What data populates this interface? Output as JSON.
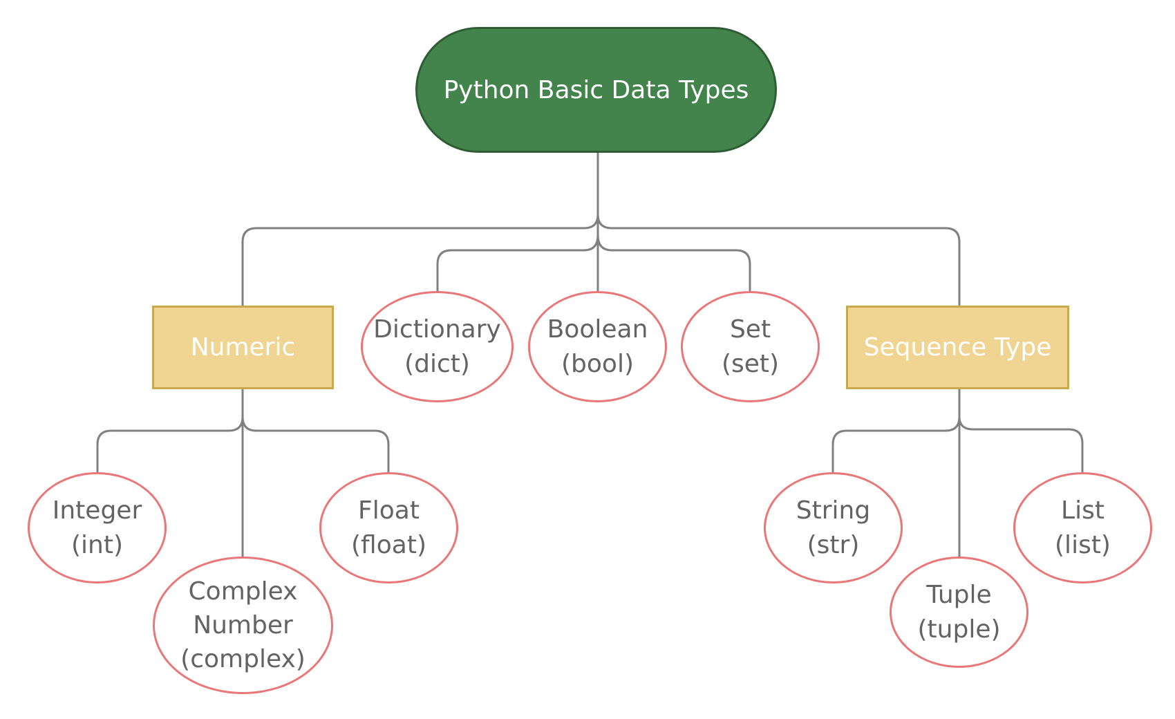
{
  "diagram": {
    "root": {
      "label": "Python Basic Data Types"
    },
    "numeric": {
      "label": "Numeric",
      "children": {
        "integer": {
          "name": "Integer",
          "type": "(int)"
        },
        "complex": {
          "line1": "Complex",
          "line2": "Number",
          "type": "(complex)"
        },
        "float": {
          "name": "Float",
          "type": "(float)"
        }
      }
    },
    "dictionary": {
      "name": "Dictionary",
      "type": "(dict)"
    },
    "boolean": {
      "name": "Boolean",
      "type": "(bool)"
    },
    "set": {
      "name": "Set",
      "type": "(set)"
    },
    "sequence": {
      "label": "Sequence Type",
      "children": {
        "string": {
          "name": "String",
          "type": "(str)"
        },
        "tuple": {
          "name": "Tuple",
          "type": "(tuple)"
        },
        "list": {
          "name": "List",
          "type": "(list)"
        }
      }
    }
  },
  "colors": {
    "root_fill": "#42844c",
    "category_fill": "#f0d492",
    "leaf_border": "#e97777",
    "connector": "#808080",
    "leaf_text": "#636363"
  }
}
